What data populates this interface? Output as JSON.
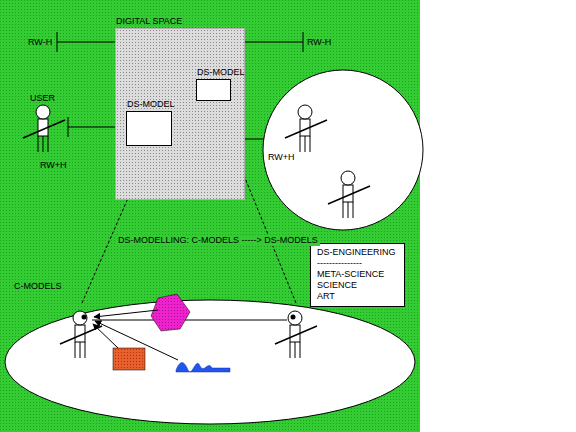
{
  "diagram": {
    "nodes": [
      {
        "text": [
          "DIGITAL SPACE"
        ]
      },
      {
        "text": [
          "DS-MODEL"
        ],
        "in": 0
      },
      {
        "text": [
          "DS-MODEL"
        ],
        "in": 0
      },
      {
        "text": [
          "DS-ENGINEERING",
          "---------------",
          "META-SCIENCE",
          "SCIENCE",
          "ART"
        ]
      }
    ],
    "labels": [
      "RW-H",
      "RW-H",
      "USER",
      "RW+H",
      "RW+H",
      "DS-MODELLING: C-MODELS -----> DS-MODELS",
      "C-MODELS"
    ]
  }
}
